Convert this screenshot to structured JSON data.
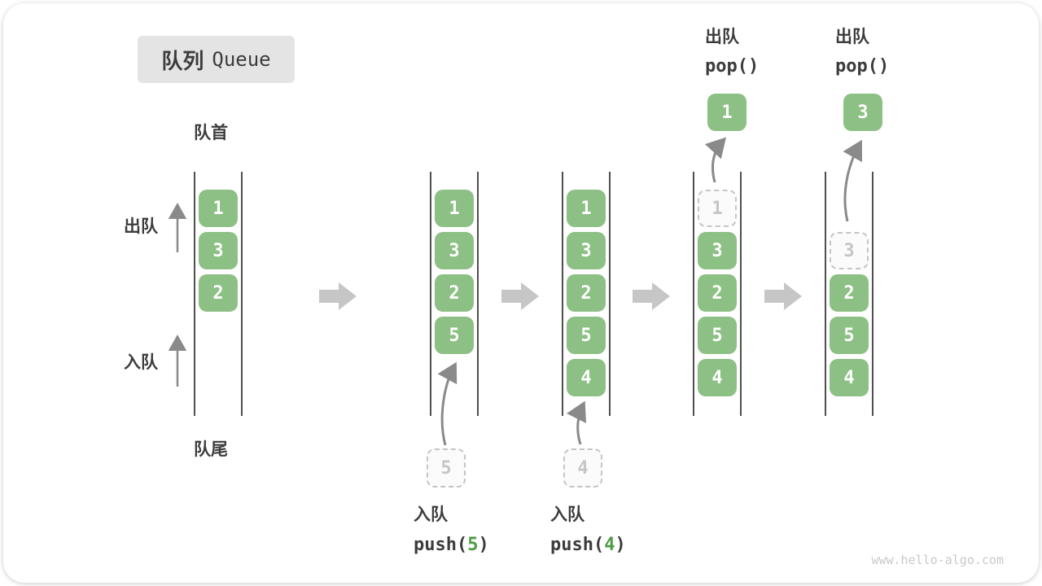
{
  "title": {
    "zh": "队列",
    "en": "Queue"
  },
  "labels": {
    "front": "队首",
    "rear": "队尾",
    "dequeue": "出队",
    "enqueue": "入队"
  },
  "queue_columns": [
    {
      "name": "state-1",
      "slots": [
        {
          "slot": 0,
          "value": "1",
          "style": "solid"
        },
        {
          "slot": 1,
          "value": "3",
          "style": "solid"
        },
        {
          "slot": 2,
          "value": "2",
          "style": "solid"
        }
      ]
    },
    {
      "name": "state-2-after-push-5",
      "slots": [
        {
          "slot": 0,
          "value": "1",
          "style": "solid"
        },
        {
          "slot": 1,
          "value": "3",
          "style": "solid"
        },
        {
          "slot": 2,
          "value": "2",
          "style": "solid"
        },
        {
          "slot": 3,
          "value": "5",
          "style": "solid"
        }
      ]
    },
    {
      "name": "state-3-after-push-4",
      "slots": [
        {
          "slot": 0,
          "value": "1",
          "style": "solid"
        },
        {
          "slot": 1,
          "value": "3",
          "style": "solid"
        },
        {
          "slot": 2,
          "value": "2",
          "style": "solid"
        },
        {
          "slot": 3,
          "value": "5",
          "style": "solid"
        },
        {
          "slot": 4,
          "value": "4",
          "style": "solid"
        }
      ]
    },
    {
      "name": "state-4-pop-1",
      "slots": [
        {
          "slot": 0,
          "value": "1",
          "style": "dashed"
        },
        {
          "slot": 1,
          "value": "3",
          "style": "solid"
        },
        {
          "slot": 2,
          "value": "2",
          "style": "solid"
        },
        {
          "slot": 3,
          "value": "5",
          "style": "solid"
        },
        {
          "slot": 4,
          "value": "4",
          "style": "solid"
        }
      ]
    },
    {
      "name": "state-5-pop-3",
      "slots": [
        {
          "slot": 1,
          "value": "3",
          "style": "dashed"
        },
        {
          "slot": 2,
          "value": "2",
          "style": "solid"
        },
        {
          "slot": 3,
          "value": "5",
          "style": "solid"
        },
        {
          "slot": 4,
          "value": "4",
          "style": "solid"
        }
      ]
    }
  ],
  "push_annotations": [
    {
      "column": 1,
      "label": "入队",
      "code_prefix": "push(",
      "arg": "5",
      "code_suffix": ")",
      "box_value": "5"
    },
    {
      "column": 2,
      "label": "入队",
      "code_prefix": "push(",
      "arg": "4",
      "code_suffix": ")",
      "box_value": "4"
    }
  ],
  "pop_annotations": [
    {
      "column": 3,
      "label": "出队",
      "code": "pop()",
      "box_value": "1"
    },
    {
      "column": 4,
      "label": "出队",
      "code": "pop()",
      "box_value": "3"
    }
  ],
  "watermark": "www.hello-algo.com",
  "colors": {
    "box_green": "#8DC084",
    "code_green": "#4E9B43",
    "dashed_gray": "#C5C5C5",
    "text_dark": "#3C3C3C",
    "thin_arrow": "#8A8A8A",
    "block_arrow": "#C6C6C6",
    "title_bg": "#E4E4E4",
    "column_line": "#4F4F4F"
  }
}
